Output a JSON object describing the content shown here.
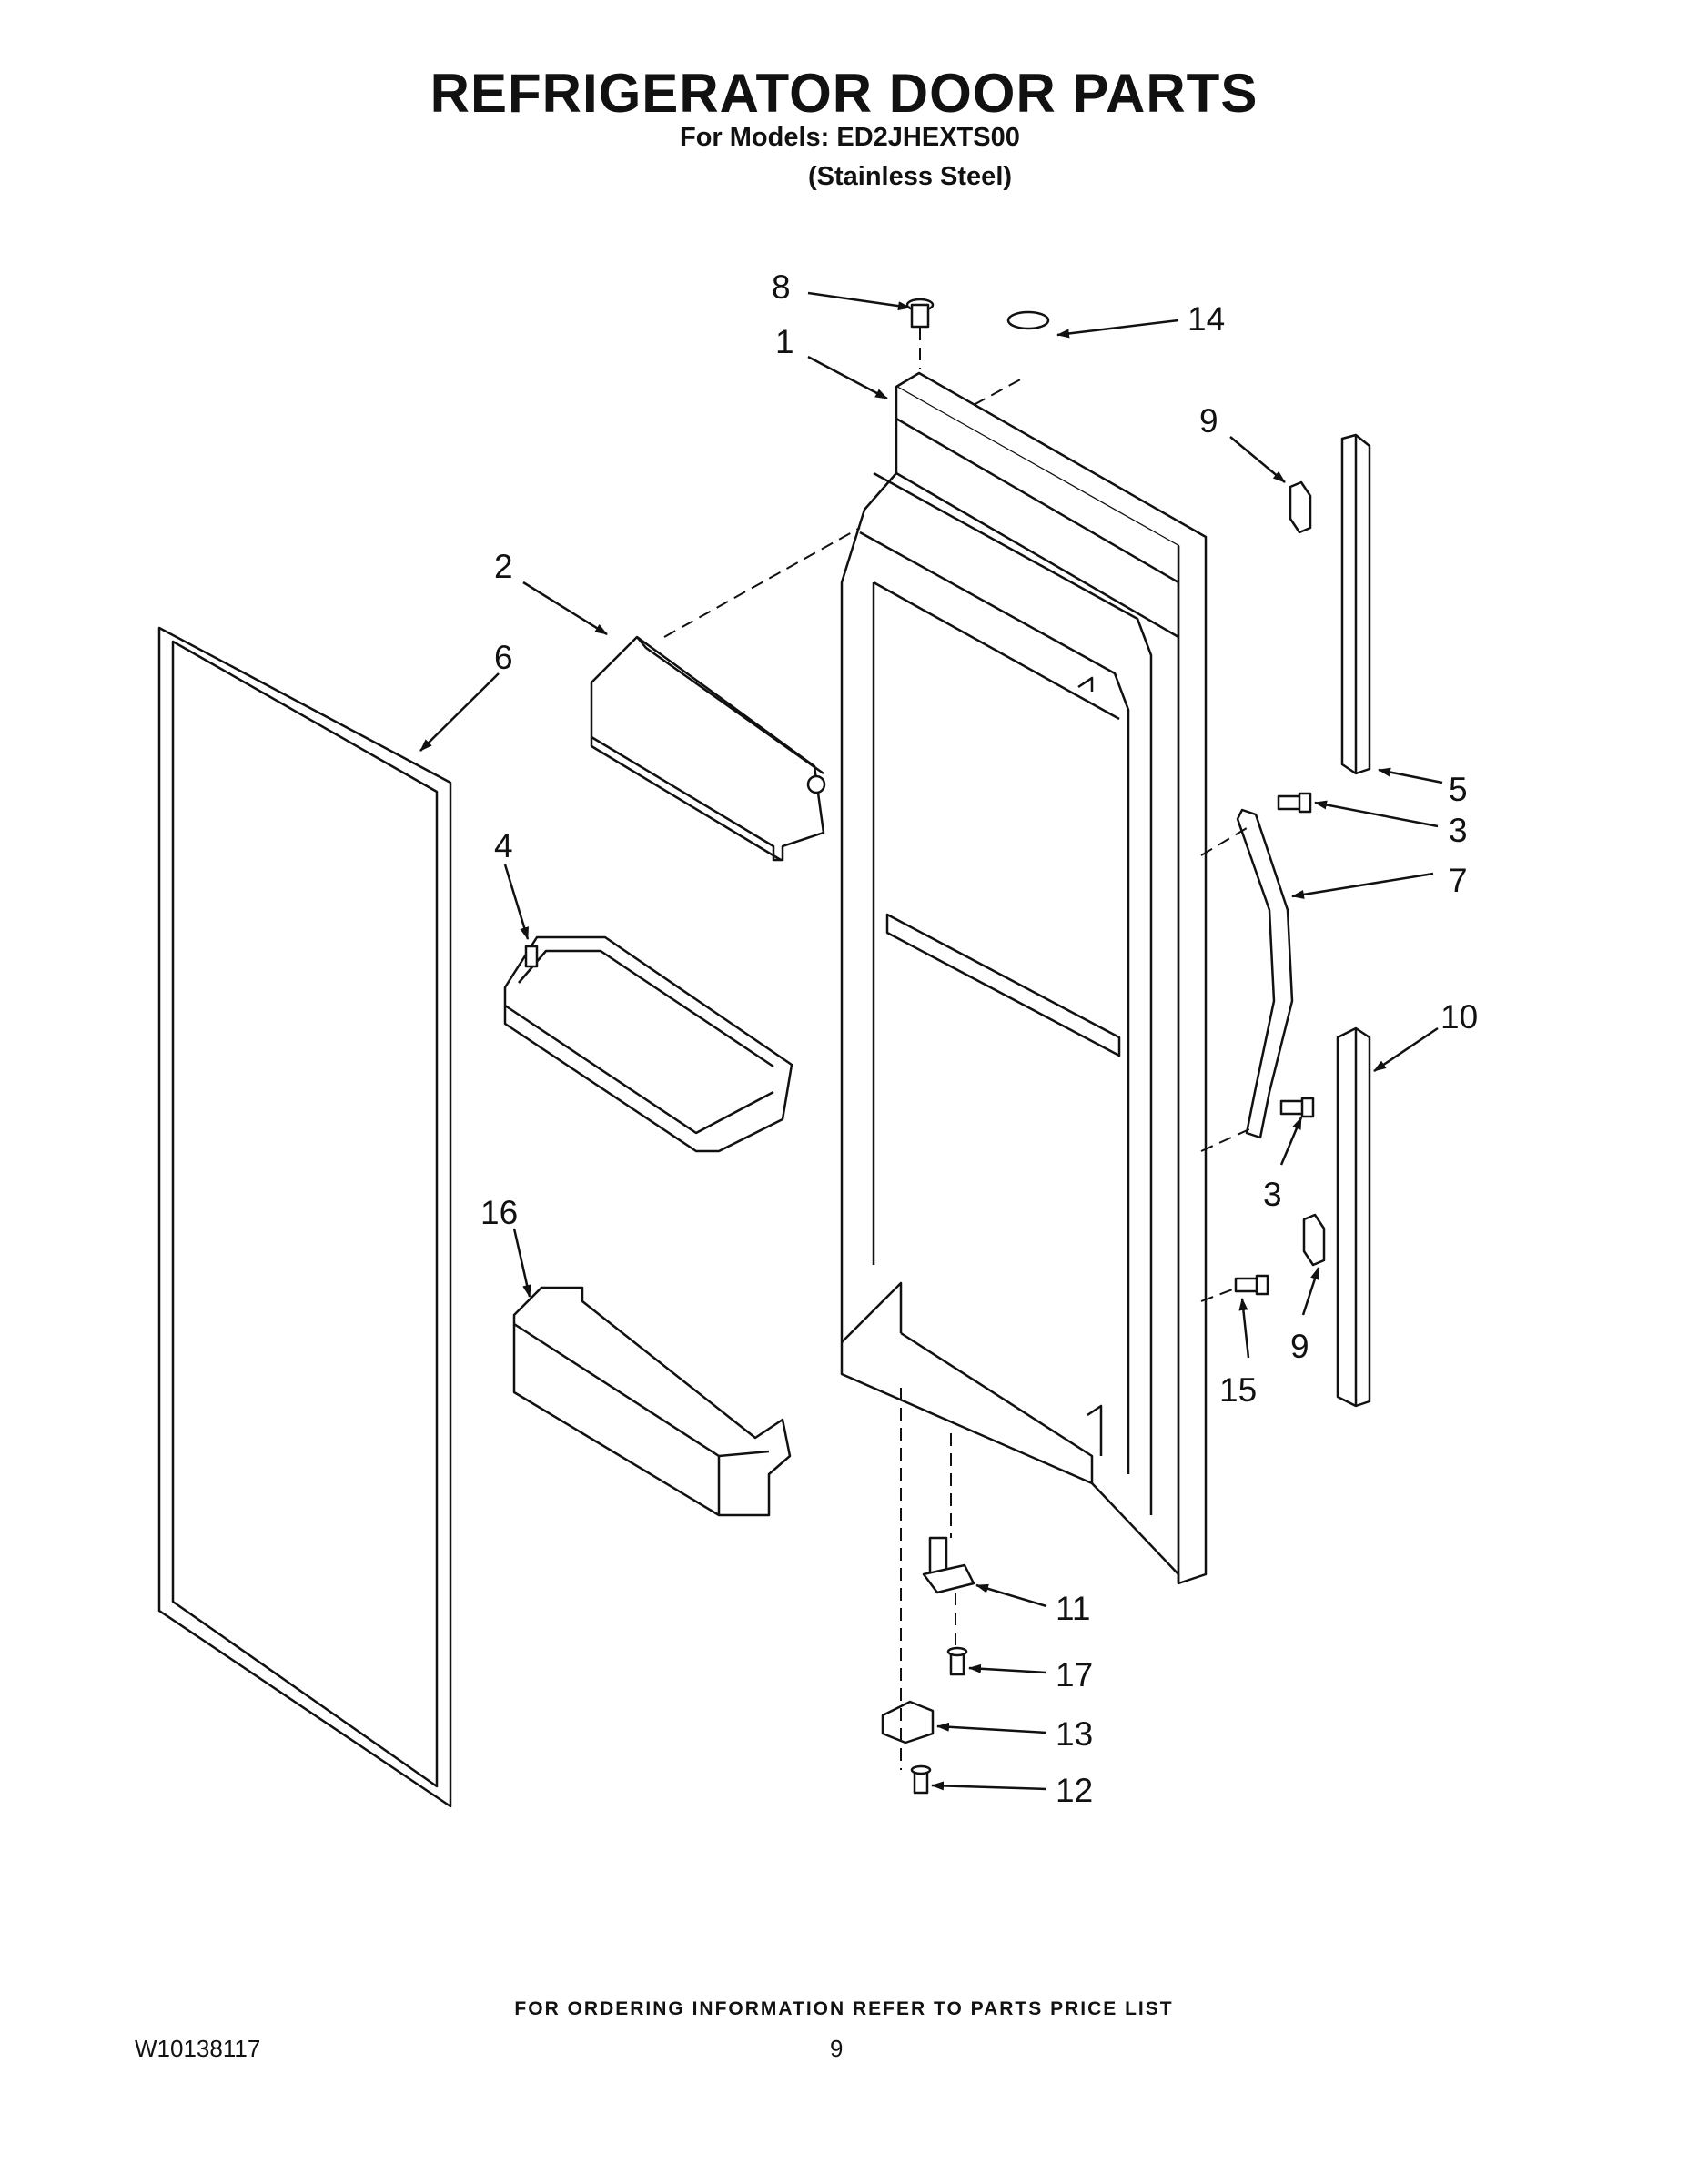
{
  "header": {
    "title": "REFRIGERATOR DOOR PARTS",
    "models_line": "For Models: ED2JHEXTS00",
    "finish_line": "(Stainless Steel)"
  },
  "diagram": {
    "callouts": [
      {
        "id": "8",
        "label": "8"
      },
      {
        "id": "1",
        "label": "1"
      },
      {
        "id": "14",
        "label": "14"
      },
      {
        "id": "9a",
        "label": "9"
      },
      {
        "id": "2",
        "label": "2"
      },
      {
        "id": "6",
        "label": "6"
      },
      {
        "id": "5",
        "label": "5"
      },
      {
        "id": "3a",
        "label": "3"
      },
      {
        "id": "4",
        "label": "4"
      },
      {
        "id": "7",
        "label": "7"
      },
      {
        "id": "10",
        "label": "10"
      },
      {
        "id": "3b",
        "label": "3"
      },
      {
        "id": "16",
        "label": "16"
      },
      {
        "id": "9b",
        "label": "9"
      },
      {
        "id": "15",
        "label": "15"
      },
      {
        "id": "11",
        "label": "11"
      },
      {
        "id": "17",
        "label": "17"
      },
      {
        "id": "13",
        "label": "13"
      },
      {
        "id": "12",
        "label": "12"
      }
    ]
  },
  "footer": {
    "ordering_note": "FOR ORDERING INFORMATION REFER TO PARTS PRICE LIST",
    "document_number": "W10138117",
    "page_number": "9"
  }
}
